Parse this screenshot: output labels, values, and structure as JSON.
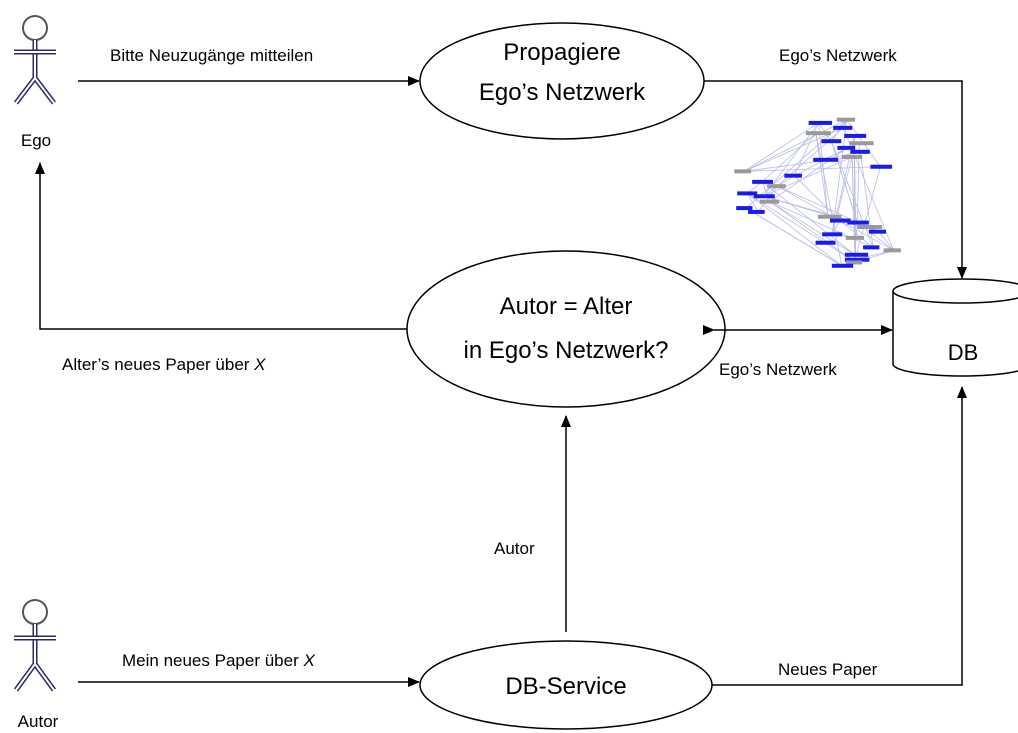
{
  "actors": {
    "ego": "Ego",
    "autor": "Autor"
  },
  "processes": {
    "propagate_line1": "Propagiere",
    "propagate_line2": "Ego’s Netzwerk",
    "check_line1": "Autor = Alter",
    "check_line2": "in Ego’s Netzwerk?",
    "db_service": "DB-Service"
  },
  "datastore": {
    "label": "DB"
  },
  "flows": {
    "ego_to_propagate": "Bitte Neuzugänge mitteilen",
    "propagate_to_db": "Ego’s Netzwerk",
    "db_check_exchange": "Ego’s Netzwerk",
    "check_to_ego_prefix": "Alter’s neues Paper über ",
    "check_to_ego_var": "X",
    "autor_to_service_prefix": "Mein neues Paper über ",
    "autor_to_service_var": "X",
    "service_to_check": "Autor",
    "service_to_db": "Neues Paper"
  },
  "colors": {
    "line": "#000000",
    "actor_stroke": "#2a2a6a",
    "graph_blue": "#1a1aee",
    "graph_gray": "#9a9a9a",
    "graph_edge": "#b8bce8"
  }
}
